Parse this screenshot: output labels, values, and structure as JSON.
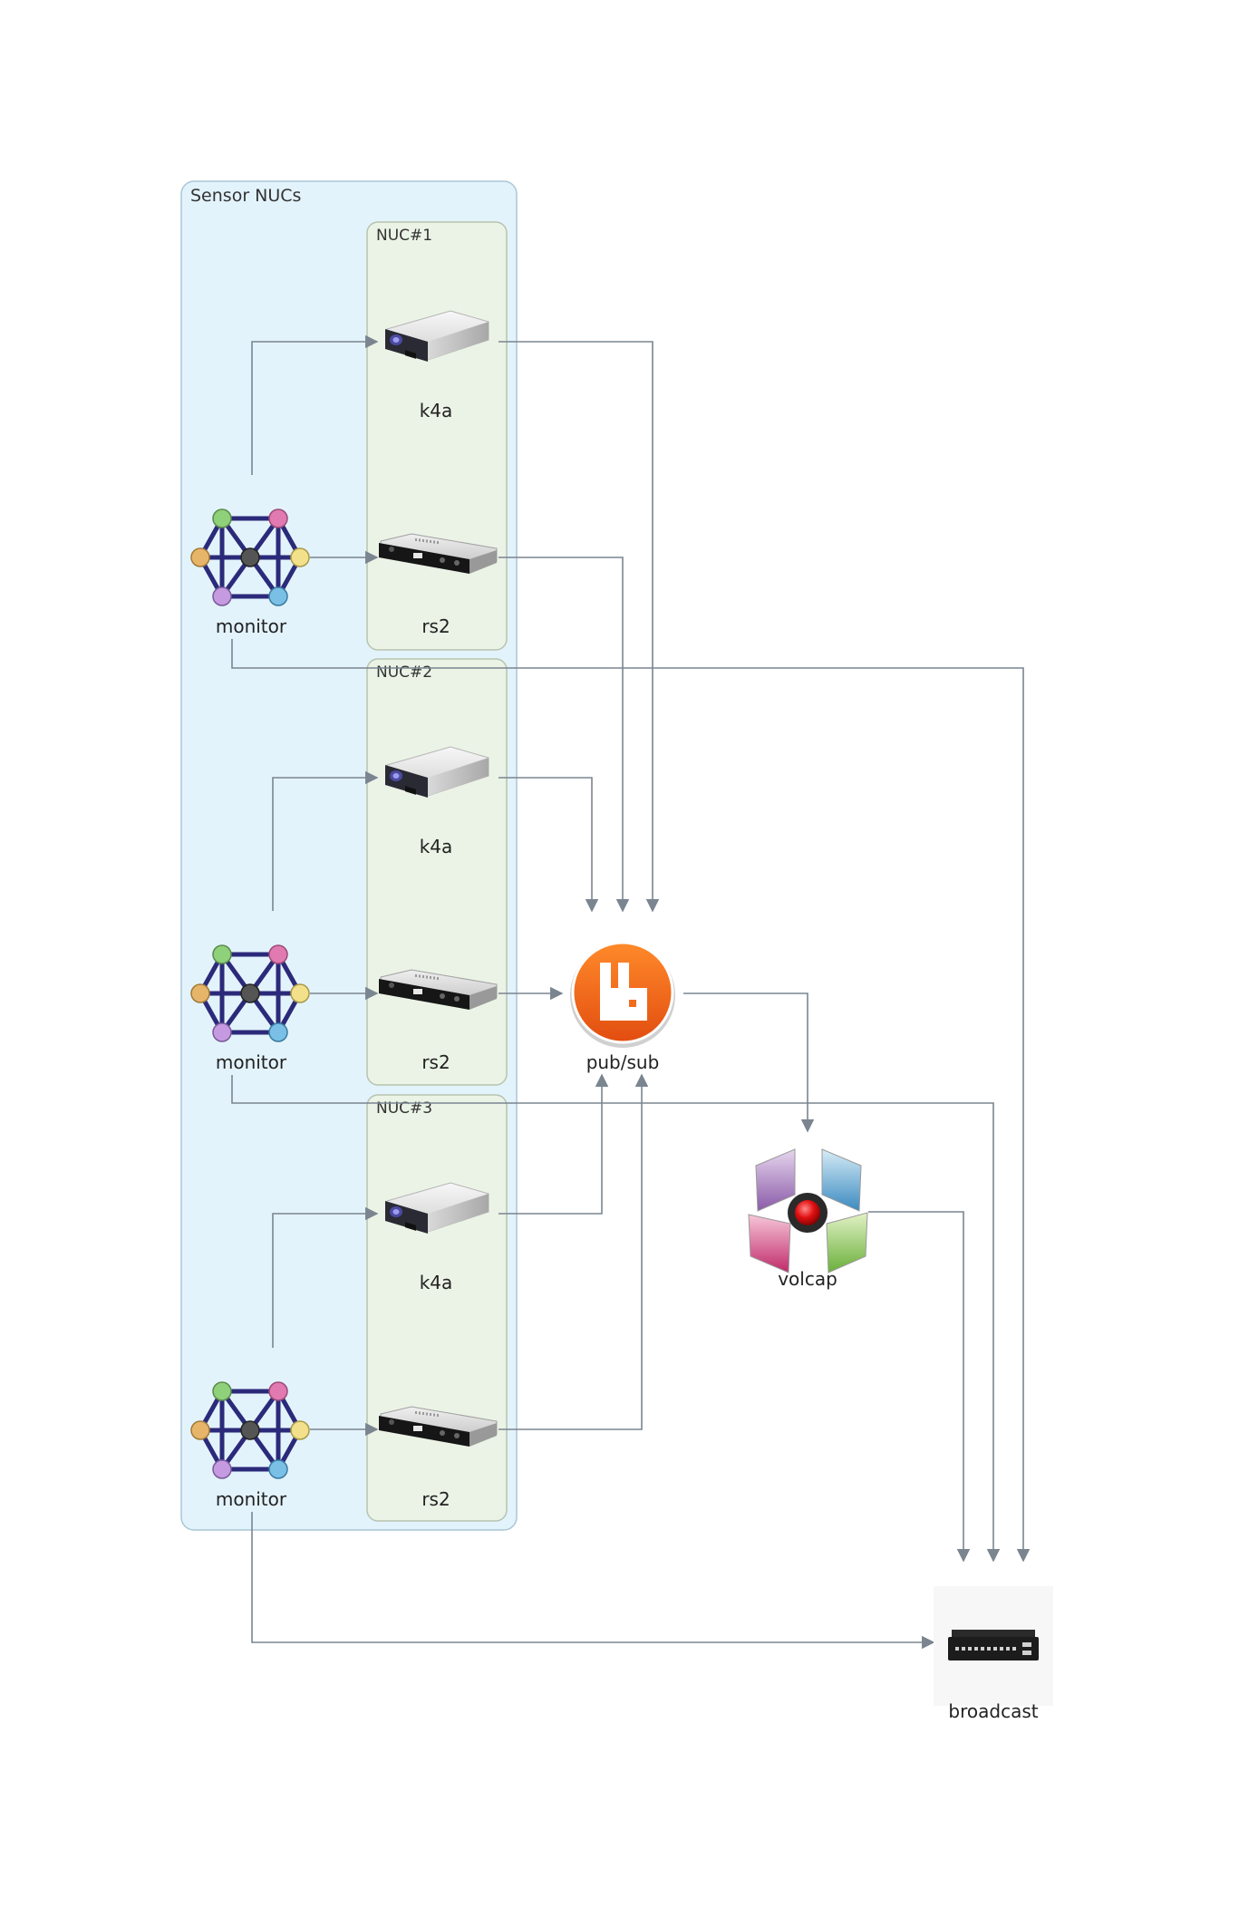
{
  "groups": {
    "sensor_nucs": "Sensor NUCs",
    "nuc1": "NUC#1",
    "nuc2": "NUC#2",
    "nuc3": "NUC#3"
  },
  "nodes": {
    "nuc1_k4a": "k4a",
    "nuc1_rs2": "rs2",
    "nuc1_monitor": "monitor",
    "nuc2_k4a": "k4a",
    "nuc2_rs2": "rs2",
    "nuc2_monitor": "monitor",
    "nuc3_k4a": "k4a",
    "nuc3_rs2": "rs2",
    "nuc3_monitor": "monitor",
    "pubsub": "pub/sub",
    "volcap": "volcap",
    "broadcast": "broadcast"
  },
  "icons": {
    "k4a": "kinect-camera-icon",
    "rs2": "realsense-camera-icon",
    "monitor": "network-mesh-icon",
    "pubsub": "rabbitmq-icon",
    "volcap": "volumetric-capture-icon",
    "broadcast": "network-switch-icon"
  },
  "edges": [
    {
      "from": "nuc1_monitor",
      "to": "nuc1_k4a"
    },
    {
      "from": "nuc1_monitor",
      "to": "nuc1_rs2"
    },
    {
      "from": "nuc2_monitor",
      "to": "nuc2_k4a"
    },
    {
      "from": "nuc2_monitor",
      "to": "nuc2_rs2"
    },
    {
      "from": "nuc3_monitor",
      "to": "nuc3_k4a"
    },
    {
      "from": "nuc3_monitor",
      "to": "nuc3_rs2"
    },
    {
      "from": "nuc1_k4a",
      "to": "pubsub"
    },
    {
      "from": "nuc1_rs2",
      "to": "pubsub"
    },
    {
      "from": "nuc2_k4a",
      "to": "pubsub"
    },
    {
      "from": "nuc2_rs2",
      "to": "pubsub"
    },
    {
      "from": "nuc3_k4a",
      "to": "pubsub"
    },
    {
      "from": "nuc3_rs2",
      "to": "pubsub"
    },
    {
      "from": "pubsub",
      "to": "volcap"
    },
    {
      "from": "volcap",
      "to": "broadcast"
    },
    {
      "from": "nuc1_monitor",
      "to": "broadcast"
    },
    {
      "from": "nuc2_monitor",
      "to": "broadcast"
    },
    {
      "from": "nuc3_monitor",
      "to": "broadcast"
    }
  ],
  "colors": {
    "outer_group_fill": "#e3f3fb",
    "outer_group_stroke": "#a9c6d6",
    "nuc_group_fill": "#ebf3e6",
    "nuc_group_stroke": "#b7c3b0",
    "edge": "#7a8590",
    "rabbit_orange": "#f26b1d"
  }
}
